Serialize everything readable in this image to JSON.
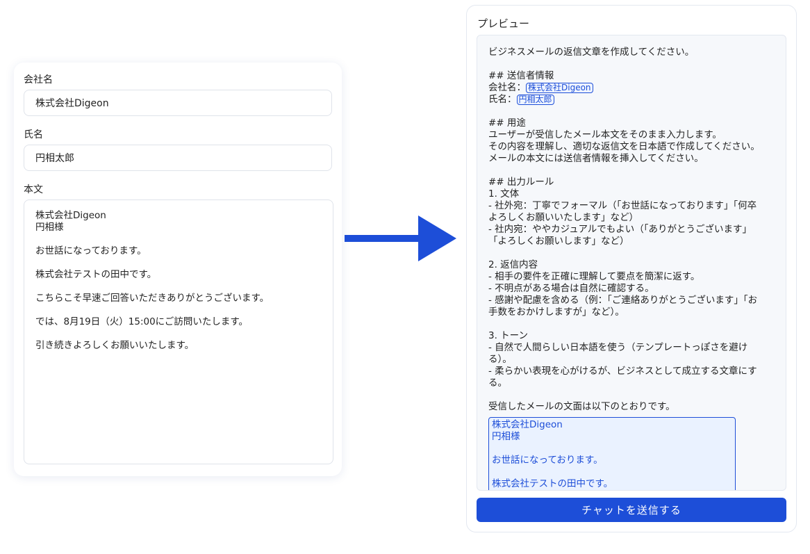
{
  "form": {
    "company_label": "会社名",
    "company_value": "株式会社Digeon",
    "name_label": "氏名",
    "name_value": "円相太郎",
    "body_label": "本文",
    "body_value": "株式会社Digeon\n円相様\n\nお世話になっております。\n\n株式会社テストの田中です。\n\nこちらこそ早速ご回答いただきありがとうございます。\n\nでは、8月19日（火）15:00にご訪問いたします。\n\n引き続きよろしくお願いいたします。"
  },
  "preview": {
    "title": "プレビュー",
    "intro": "ビジネスメールの返信文章を作成してください。\n\n## 送信者情報",
    "company_prefix": "会社名：",
    "company_chip": "株式会社Digeon",
    "name_prefix": "氏名：",
    "name_chip": "円相太郎",
    "rules": "\n## 用途\nユーザーが受信したメール本文をそのまま入力します。\nその内容を理解し、適切な返信文を日本語で作成してください。\nメールの本文には送信者情報を挿入してください。\n\n## 出力ルール\n1. 文体\n- 社外宛：丁寧でフォーマル（「お世話になっております」「何卒\nよろしくお願いいたします」など）\n- 社内宛：ややカジュアルでもよい（「ありがとうございます」\n「よろしくお願いします」など）\n\n2. 返信内容\n- 相手の要件を正確に理解して要点を簡潔に返す。\n- 不明点がある場合は自然に確認する。\n- 感謝や配慮を含める（例：「ご連絡ありがとうございます」「お\n手数をおかけしますが」など）。\n\n3. トーン\n- 自然で人間らしい日本語を使う（テンプレートっぽさを避け\nる）。\n- 柔らかい表現を心がけるが、ビジネスとして成立する文章にす\nる。\n\n受信したメールの文面は以下のとおりです。",
    "quoted_body": "株式会社Digeon\n円相様\n\nお世話になっております。\n\n株式会社テストの田中です。\n\nこちらこそ早速ご回答いただきありがとうございます。"
  },
  "send_button": "チャットを送信する",
  "colors": {
    "accent": "#1d4ed8"
  }
}
